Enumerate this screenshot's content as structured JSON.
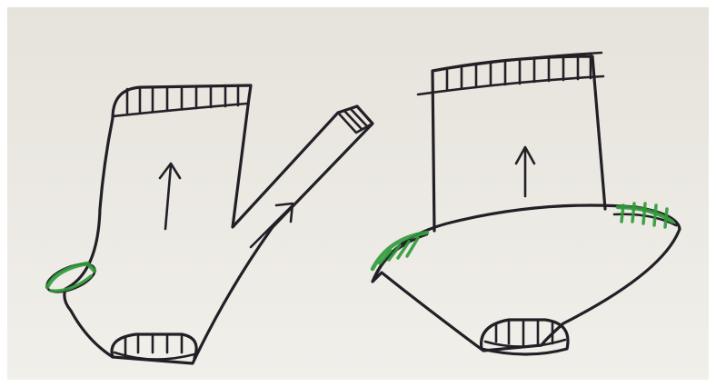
{
  "colors": {
    "ink": "#231f26",
    "green_marker": "#2f9a3a",
    "paper_top": "#e6e3dc",
    "paper_bottom": "#f1efea",
    "border": "#ffffff"
  },
  "figures": [
    {
      "name": "left-sock-sketch",
      "icon": "sock-with-side-gusset-drawing"
    },
    {
      "name": "right-sock-sketch",
      "icon": "sock-with-wide-heel-drawing"
    }
  ]
}
